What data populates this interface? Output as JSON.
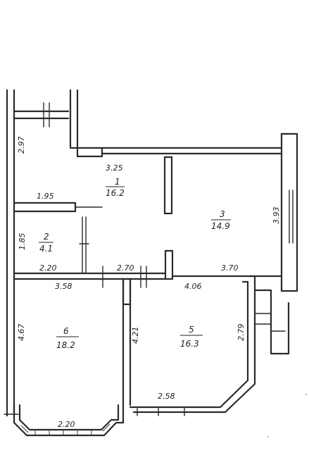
{
  "plan": {
    "rooms": [
      {
        "number": "1",
        "area": "16.2"
      },
      {
        "number": "2",
        "area": "4.1"
      },
      {
        "number": "3",
        "area": "14.9"
      },
      {
        "number": "5",
        "area": "16.3"
      },
      {
        "number": "6",
        "area": "18.2"
      }
    ],
    "dimensions": {
      "d_2_97": "2.97",
      "d_3_25": "3.25",
      "d_1_95": "1.95",
      "d_1_85": "1.85",
      "d_3_93": "3.93",
      "d_2_20_top": "2.20",
      "d_2_70": "2.70",
      "d_3_70": "3.70",
      "d_3_58": "3.58",
      "d_4_06": "4.06",
      "d_4_67": "4.67",
      "d_4_21": "4.21",
      "d_2_79": "2.79",
      "d_2_58": "2.58",
      "d_2_20_bottom": "2.20"
    }
  }
}
